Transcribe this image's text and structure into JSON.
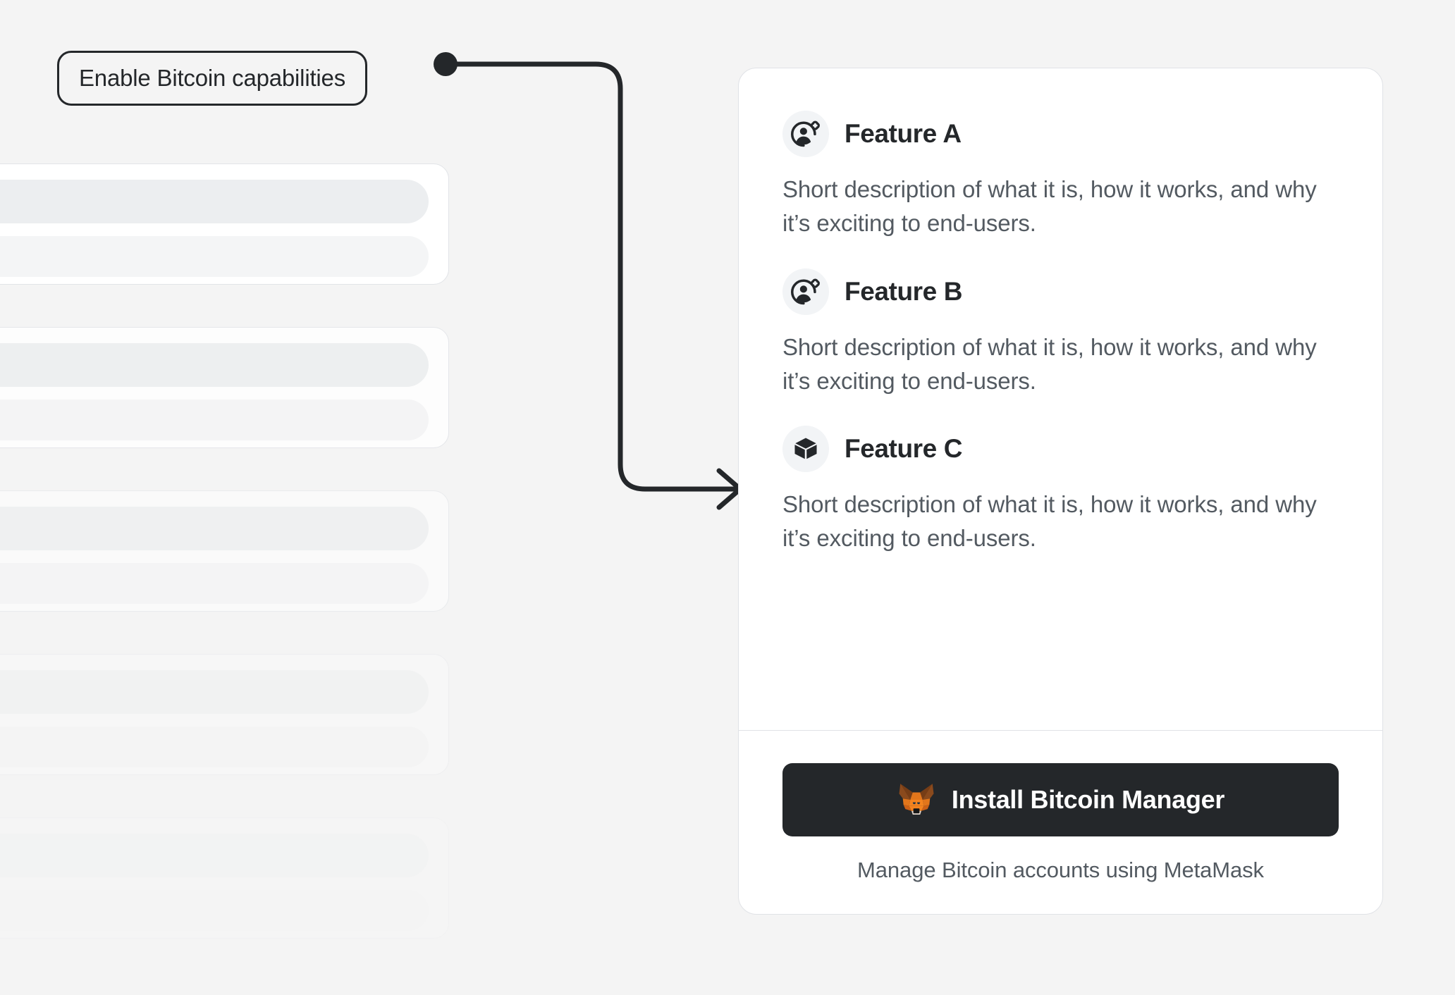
{
  "background": {
    "canvas_color": "#f4f4f4",
    "skeleton_cards": [
      {
        "id": "placeholder-card-1"
      },
      {
        "id": "placeholder-card-2"
      },
      {
        "id": "placeholder-card-3"
      },
      {
        "id": "placeholder-card-4"
      },
      {
        "id": "placeholder-card-5"
      }
    ]
  },
  "annotation": {
    "label": "Enable Bitcoin capabilities",
    "border_color": "#24272a",
    "connector_color": "#24272a"
  },
  "card": {
    "border_color": "#e0e2e6",
    "background": "#ffffff",
    "features": [
      {
        "icon": "add-account-icon",
        "title": "Feature A",
        "description": "Short description of what it is, how it works, and why it’s exciting to end-users."
      },
      {
        "icon": "add-account-icon",
        "title": "Feature B",
        "description": "Short description of what it is, how it works, and why it’s exciting to end-users."
      },
      {
        "icon": "cube-icon",
        "title": "Feature C",
        "description": "Short description of what it is, how it works, and why it’s exciting to end-users."
      }
    ],
    "footer": {
      "install_button": {
        "icon": "metamask-fox-icon",
        "label": "Install Bitcoin Manager",
        "background": "#24272a",
        "text_color": "#ffffff"
      },
      "caption": "Manage Bitcoin accounts using MetaMask",
      "caption_color": "#535a61"
    }
  }
}
